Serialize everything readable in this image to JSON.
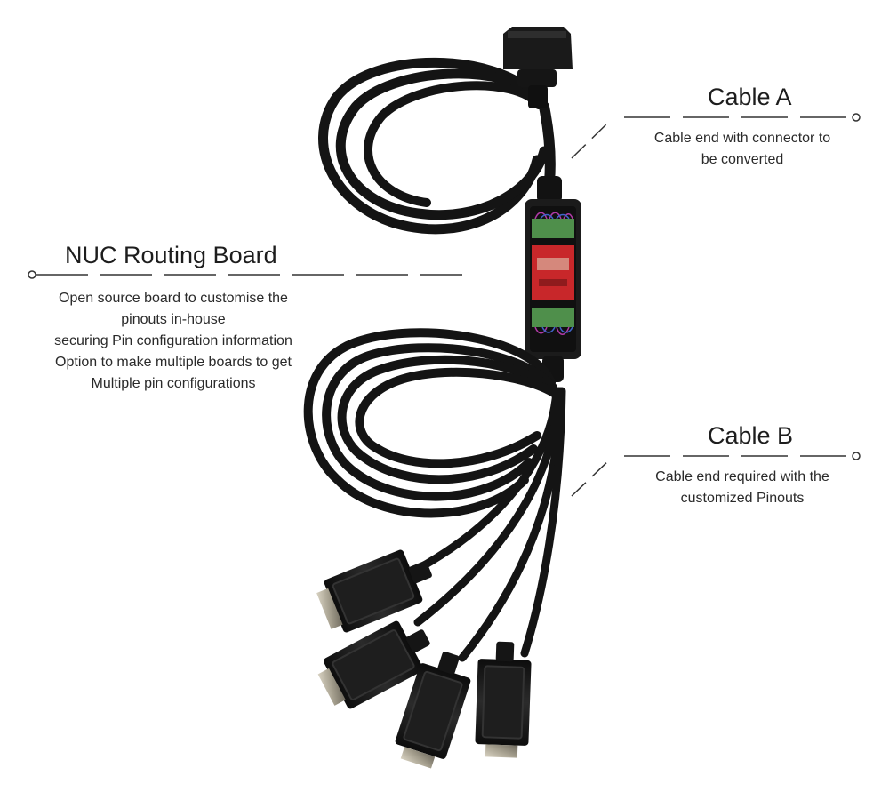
{
  "callouts": {
    "cable_a": {
      "title": "Cable A",
      "lines": [
        "Cable end with connector to",
        "be converted"
      ]
    },
    "nuc_board": {
      "title": "NUC Routing Board",
      "lines": [
        "Open source board to customise the",
        "pinouts in-house",
        "securing Pin configuration information",
        "Option to make multiple boards to get",
        "Multiple pin configurations"
      ]
    },
    "cable_b": {
      "title": "Cable B",
      "lines": [
        "Cable end required with the",
        "customized Pinouts"
      ]
    }
  },
  "colors": {
    "cable": "#141414",
    "cable_highlight": "#3a3a3a",
    "board_red": "#c8272a",
    "terminal_green": "#4f8f4b",
    "leader_line": "#333333",
    "connector_metal": "#b9b3a3"
  },
  "parts": {
    "top_connector": "obd-connector",
    "housing": "routing-board-housing",
    "bottom_connectors": [
      "db9-connector",
      "db9-connector",
      "db9-connector",
      "db9-connector"
    ]
  }
}
